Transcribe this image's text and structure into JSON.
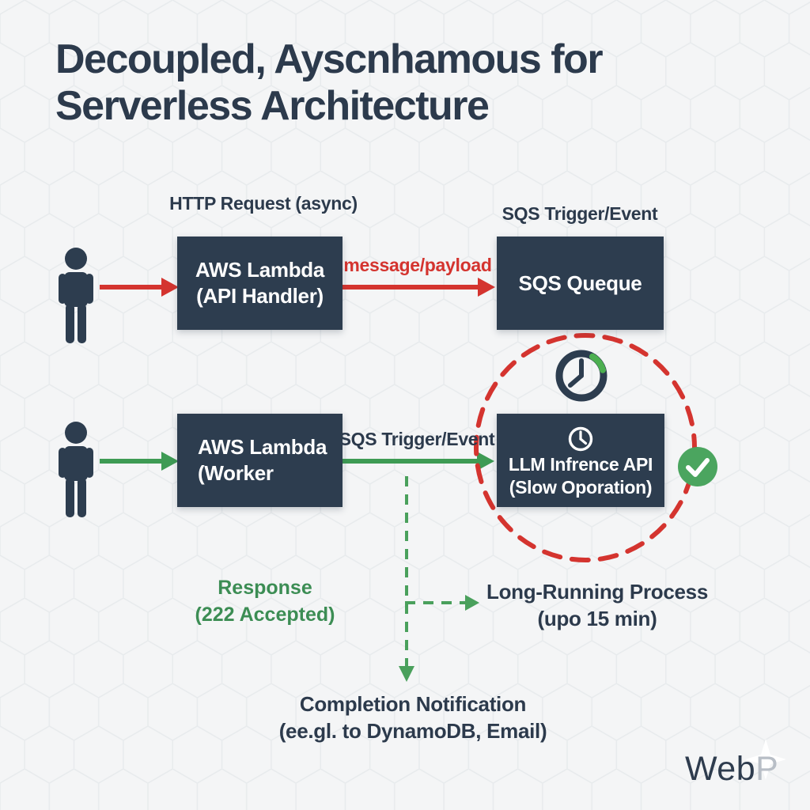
{
  "title": {
    "line1": "Decoupled, Ayscnhamous for",
    "line2": "Serverless Architecture"
  },
  "labels": {
    "http_request": "HTTP Request (async)",
    "sqs_trigger_top": "SQS Trigger/Event",
    "message_payload": "message/payload",
    "sqs_trigger_mid": "SQS Trigger/Event"
  },
  "boxes": {
    "api_handler": {
      "line1": "AWS Lambda",
      "line2": "(API Handler)"
    },
    "sqs_queue": {
      "line1": "SQS Queque"
    },
    "worker": {
      "line1": "AWS Lambda",
      "line2": "(Worker"
    },
    "llm": {
      "line1": "LLM Infrence API",
      "line2": "(Slow Oporation)"
    }
  },
  "annotations": {
    "response_line1": "Response",
    "response_line2": "(222 Accepted)",
    "long_running_line1": "Long-Running Process",
    "long_running_line2": "(upo 15 min)",
    "completion_line1": "Completion Notification",
    "completion_line2": "(ee.gl. to DynamoDB, Email)"
  },
  "watermark": {
    "part1": "Web",
    "part2": "P"
  },
  "icons": {
    "person": "person-icon",
    "timer": "clock-timer-icon",
    "clock_small": "clock-icon",
    "check": "check-circle-icon"
  },
  "colors": {
    "navy": "#2d3d4f",
    "title_navy": "#2c3a4c",
    "red": "#d4342f",
    "green_solid": "#3e9b54",
    "green_dashed": "#4aa05c",
    "green_check": "#4ba55f",
    "green_text": "#3c8d54",
    "background": "#f4f5f6",
    "watermark_p": "#b8bec6"
  }
}
